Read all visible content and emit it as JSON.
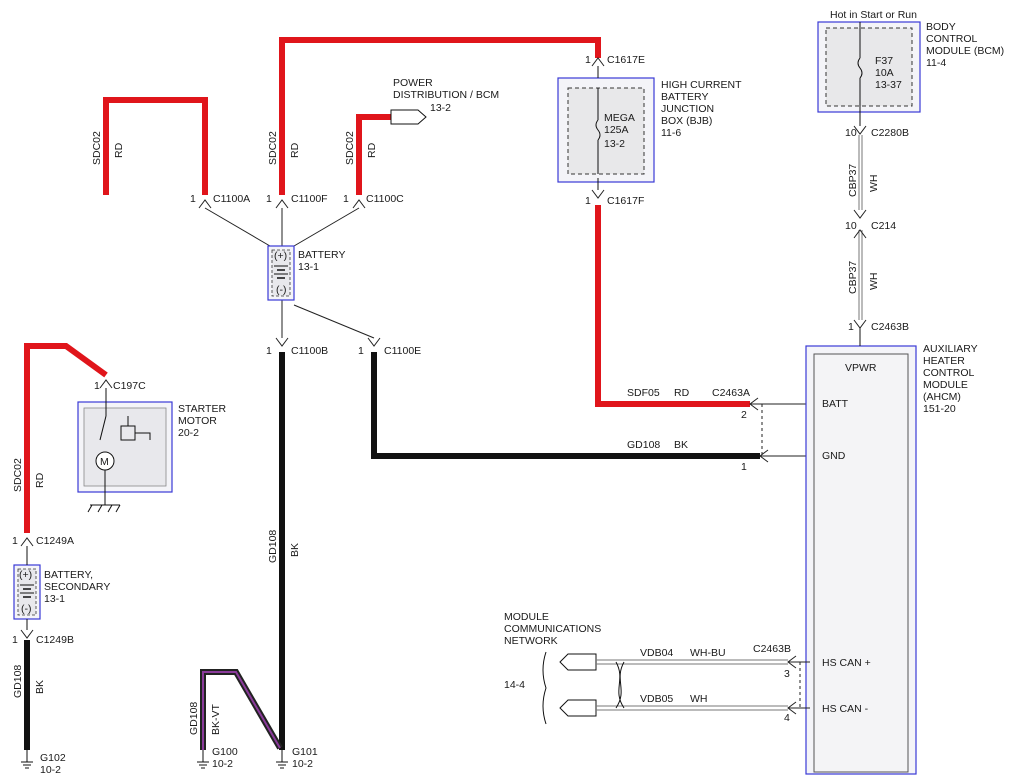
{
  "wires": {
    "sdc02_c1100a": {
      "circuit": "SDC02",
      "color": "RD"
    },
    "sdc02_c1100f": {
      "circuit": "SDC02",
      "color": "RD"
    },
    "sdc02_c1100c": {
      "circuit": "SDC02",
      "color": "RD"
    },
    "sdc02_starter": {
      "circuit": "SDC02",
      "color": "RD"
    },
    "gd108_c1100b": {
      "circuit": "GD108",
      "color": "BK"
    },
    "gd108_secondary": {
      "circuit": "GD108",
      "color": "BK"
    },
    "gd108_g100": {
      "circuit": "GD108",
      "color": "BK-VT"
    },
    "gd108_ahcm": {
      "circuit": "GD108",
      "color": "BK"
    },
    "sdf05": {
      "circuit": "SDF05",
      "color": "RD"
    },
    "cbp37_upper": {
      "circuit": "CBP37",
      "color": "WH"
    },
    "cbp37_lower": {
      "circuit": "CBP37",
      "color": "WH"
    },
    "vdb04": {
      "circuit": "VDB04",
      "color": "WH-BU"
    },
    "vdb05": {
      "circuit": "VDB05",
      "color": "WH"
    }
  },
  "connectors": {
    "c1100a": {
      "pin": "1",
      "name": "C1100A"
    },
    "c1100f": {
      "pin": "1",
      "name": "C1100F"
    },
    "c1100c": {
      "pin": "1",
      "name": "C1100C"
    },
    "c1100b": {
      "pin": "1",
      "name": "C1100B"
    },
    "c1100e": {
      "pin": "1",
      "name": "C1100E"
    },
    "c197c": {
      "pin": "1",
      "name": "C197C"
    },
    "c1249a": {
      "pin": "1",
      "name": "C1249A"
    },
    "c1249b": {
      "pin": "1",
      "name": "C1249B"
    },
    "c1617e": {
      "pin": "1",
      "name": "C1617E"
    },
    "c1617f": {
      "pin": "1",
      "name": "C1617F"
    },
    "c2280b": {
      "pin": "10",
      "name": "C2280B"
    },
    "c214": {
      "pin": "10",
      "name": "C214"
    },
    "c2463b_top": {
      "pin": "1",
      "name": "C2463B"
    },
    "c2463a": {
      "name": "C2463A",
      "pin_batt": "2",
      "pin_gnd": "1"
    },
    "c2463b_can": {
      "name": "C2463B",
      "pin_can_hi": "3",
      "pin_can_lo": "4"
    }
  },
  "components": {
    "battery": {
      "line1": "BATTERY",
      "line2": "13-1",
      "plus": "(+)",
      "minus": "(-)"
    },
    "battery_secondary": {
      "line1": "BATTERY,",
      "line2": "SECONDARY",
      "line3": "13-1",
      "plus": "(+)",
      "minus": "(-)"
    },
    "starter": {
      "line1": "STARTER",
      "line2": "MOTOR",
      "line3": "20-2",
      "motor_symbol": "M"
    },
    "power_dist": {
      "line1": "POWER",
      "line2": "DISTRIBUTION / BCM",
      "line3": "13-2"
    },
    "bjb": {
      "line1": "HIGH CURRENT",
      "line2": "BATTERY",
      "line3": "JUNCTION",
      "line4": "BOX (BJB)",
      "line5": "11-6",
      "fuse_name": "MEGA",
      "fuse_rating": "125A",
      "fuse_ref": "13-2"
    },
    "bcm": {
      "header": "Hot in Start or Run",
      "line1": "BODY",
      "line2": "CONTROL",
      "line3": "MODULE (BCM)",
      "line4": "11-4",
      "fuse_name": "F37",
      "fuse_rating": "10A",
      "fuse_ref": "13-37"
    },
    "ahcm": {
      "line1": "AUXILIARY",
      "line2": "HEATER",
      "line3": "CONTROL",
      "line4": "MODULE",
      "line5": "(AHCM)",
      "line6": "151-20",
      "pin_vpwr": "VPWR",
      "pin_batt": "BATT",
      "pin_gnd": "GND",
      "pin_can_hi": "HS CAN +",
      "pin_can_lo": "HS CAN -"
    },
    "network": {
      "line1": "MODULE",
      "line2": "COMMUNICATIONS",
      "line3": "NETWORK",
      "ref": "14-4"
    }
  },
  "grounds": {
    "g102": {
      "name": "G102",
      "ref": "10-2"
    },
    "g100": {
      "name": "G100",
      "ref": "10-2"
    },
    "g101": {
      "name": "G101",
      "ref": "10-2"
    }
  }
}
